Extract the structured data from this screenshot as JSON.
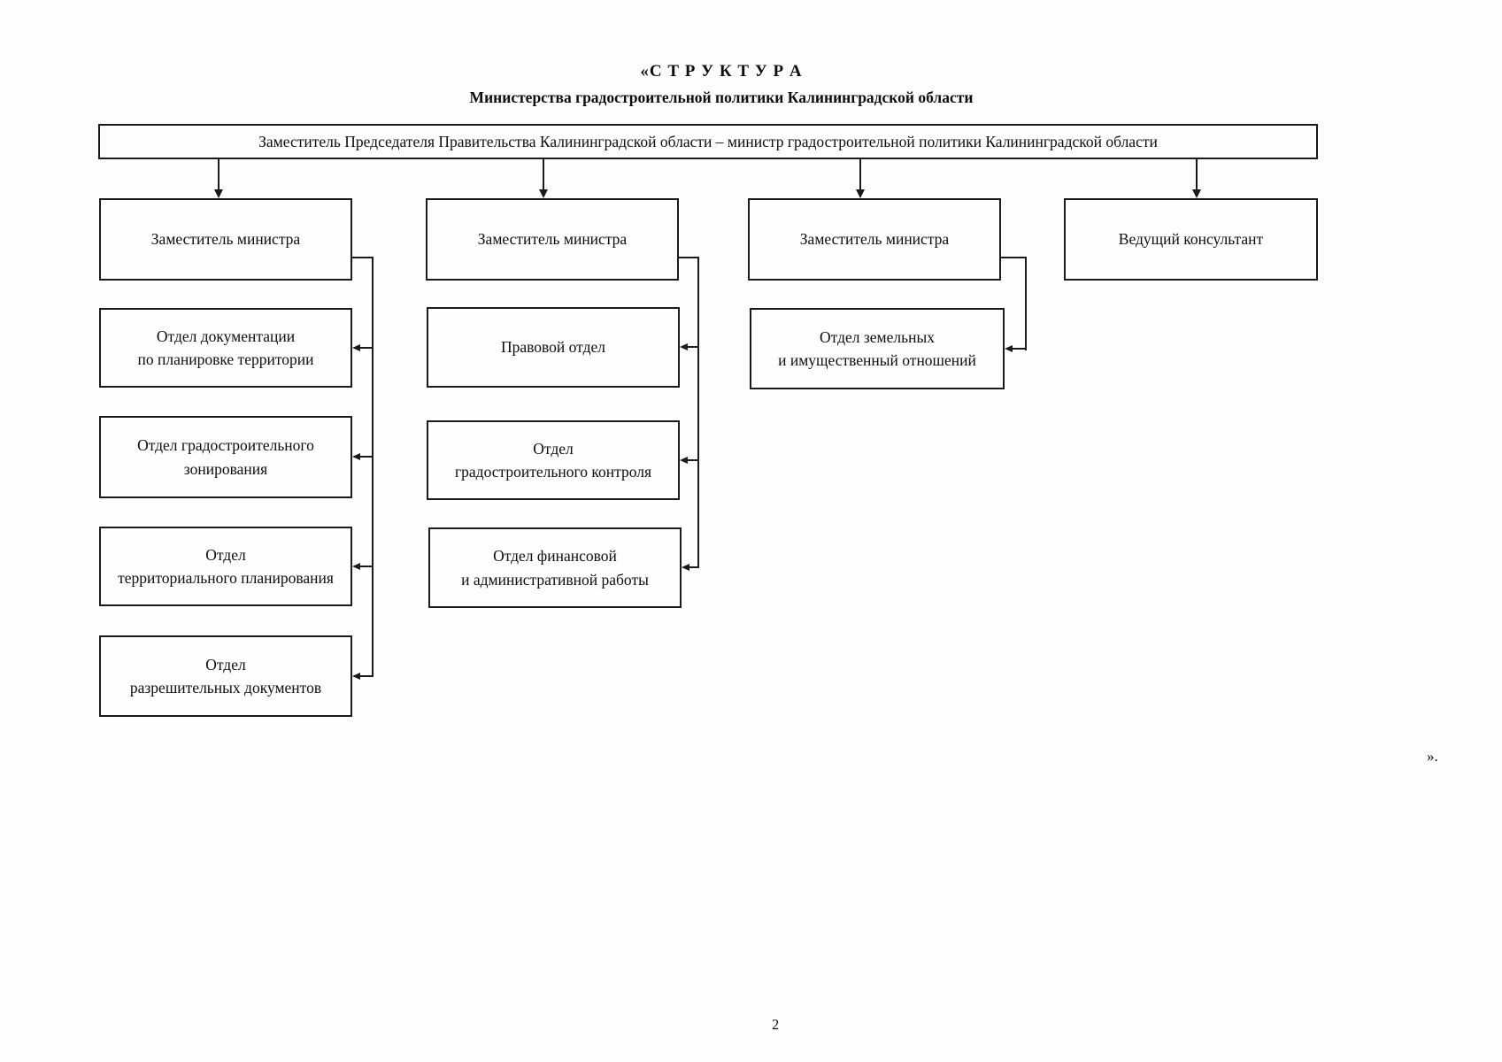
{
  "document": {
    "title_line1": "«С Т Р У К Т У Р А",
    "title_line2": "Министерства градостроительной политики Калининградской области",
    "closing_quote": "».",
    "page_number": "2"
  },
  "org_chart": {
    "root": {
      "label": "Заместитель Председателя Правительства Калининградской области – министр градостроительной политики Калининградской области"
    },
    "level2": [
      {
        "label": "Заместитель министра"
      },
      {
        "label": "Заместитель министра"
      },
      {
        "label": "Заместитель министра"
      },
      {
        "label": "Ведущий консультант"
      }
    ],
    "departments": {
      "deputy1": [
        {
          "label": "Отдел документации\nпо планировке территории"
        },
        {
          "label": "Отдел градостроительного\nзонирования"
        },
        {
          "label": "Отдел\nтерриториального планирования"
        },
        {
          "label": "Отдел\nразрешительных документов"
        }
      ],
      "deputy2": [
        {
          "label": "Правовой отдел"
        },
        {
          "label": "Отдел\nградостроительного контроля"
        },
        {
          "label": "Отдел финансовой\nи административной работы"
        }
      ],
      "deputy3": [
        {
          "label": "Отдел земельных\nи имущественный отношений"
        }
      ]
    }
  }
}
